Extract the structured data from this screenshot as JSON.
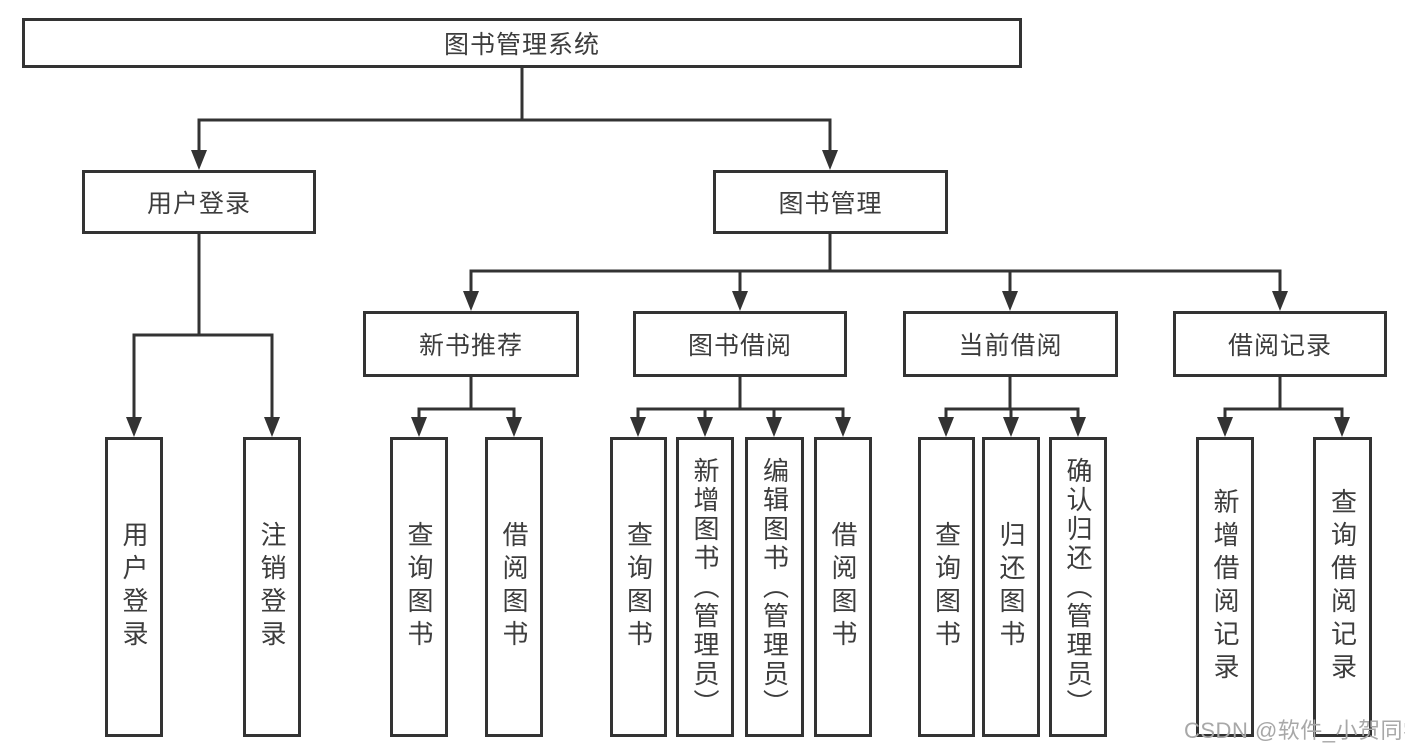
{
  "diagram": {
    "title": "图书管理系统",
    "level2": [
      {
        "label": "用户登录"
      },
      {
        "label": "图书管理"
      }
    ],
    "level3": [
      {
        "label": "新书推荐"
      },
      {
        "label": "图书借阅"
      },
      {
        "label": "当前借阅"
      },
      {
        "label": "借阅记录"
      }
    ],
    "leaves": [
      {
        "label": "用户登录"
      },
      {
        "label": "注销登录"
      },
      {
        "label": "查询图书"
      },
      {
        "label": "借阅图书"
      },
      {
        "label": "查询图书"
      },
      {
        "label": "新增图书（管理员）"
      },
      {
        "label": "编辑图书（管理员）"
      },
      {
        "label": "借阅图书"
      },
      {
        "label": "查询图书"
      },
      {
        "label": "归还图书"
      },
      {
        "label": "确认归还（管理员）"
      },
      {
        "label": "新增借阅记录"
      },
      {
        "label": "查询借阅记录"
      }
    ],
    "watermark": "CSDN @软件_小贺同学",
    "colors": {
      "line": "#333333",
      "box_border": "#333333",
      "text": "#3d3d3d",
      "background": "#ffffff",
      "watermark": "#a8a8a8"
    }
  }
}
